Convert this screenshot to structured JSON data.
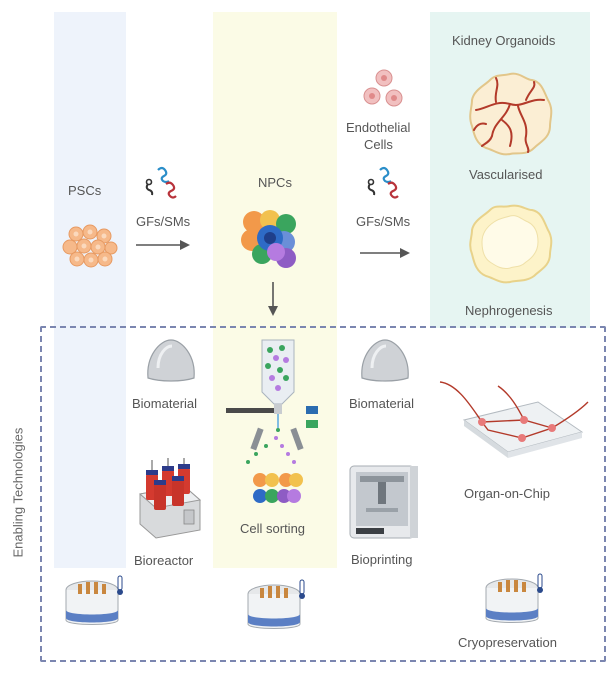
{
  "columns": {
    "pscs": "PSCs",
    "npcs": "NPCs",
    "kidney_organoids": "Kidney Organoids"
  },
  "stages": {
    "gfs_sms_1": "GFs/SMs",
    "gfs_sms_2": "GFs/SMs",
    "endothelial_line1": "Endothelial",
    "endothelial_line2": "Cells",
    "vascularised": "Vascularised",
    "nephrogenesis": "Nephrogenesis"
  },
  "technologies": {
    "section_label": "Enabling Technologies",
    "biomaterial_1": "Biomaterial",
    "bioreactor": "Bioreactor",
    "cell_sorting": "Cell sorting",
    "biomaterial_2": "Biomaterial",
    "bioprinting": "Bioprinting",
    "organ_on_chip": "Organ-on-Chip",
    "cryopreservation": "Cryopreservation"
  },
  "colors": {
    "pscs_column": "#eef3fb",
    "npcs_column": "#fbfbe6",
    "kidney_column": "#e6f5f2",
    "dashed_border": "#7b86b0",
    "psc_cells": "#f6b98a",
    "vessel_red": "#b33a2a"
  }
}
